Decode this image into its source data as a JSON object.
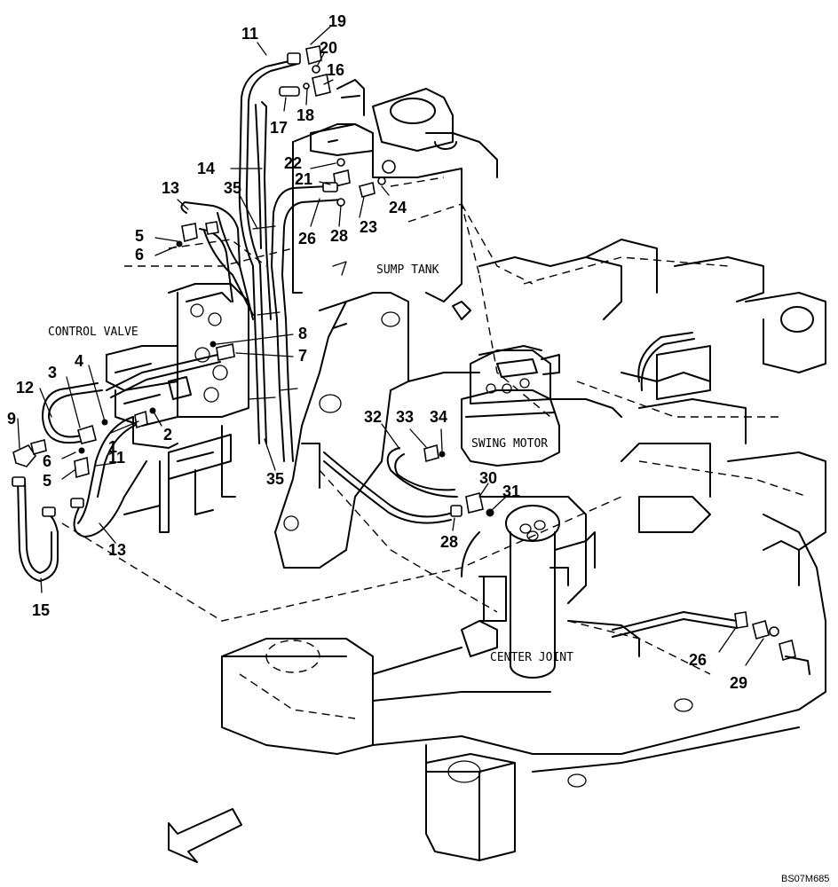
{
  "labels": {
    "control_valve": "CONTROL VALVE",
    "sump_tank": "SUMP TANK",
    "swing_motor": "SWING MOTOR",
    "center_joint": "CENTER JOINT"
  },
  "drawing_code": "BS07M685",
  "callouts": {
    "n1": "1",
    "n2": "2",
    "n3": "3",
    "n4": "4",
    "n5a": "5",
    "n5b": "5",
    "n6a": "6",
    "n6b": "6",
    "n7": "7",
    "n8": "8",
    "n9": "9",
    "n11a": "11",
    "n11b": "11",
    "n12": "12",
    "n13a": "13",
    "n13b": "13",
    "n14": "14",
    "n15": "15",
    "n16": "16",
    "n17": "17",
    "n18": "18",
    "n19": "19",
    "n20": "20",
    "n21": "21",
    "n22": "22",
    "n23": "23",
    "n24": "24",
    "n26a": "26",
    "n26b": "26",
    "n28a": "28",
    "n28b": "28",
    "n29": "29",
    "n30": "30",
    "n31": "31",
    "n32": "32",
    "n33": "33",
    "n34": "34",
    "n35a": "35",
    "n35b": "35"
  }
}
